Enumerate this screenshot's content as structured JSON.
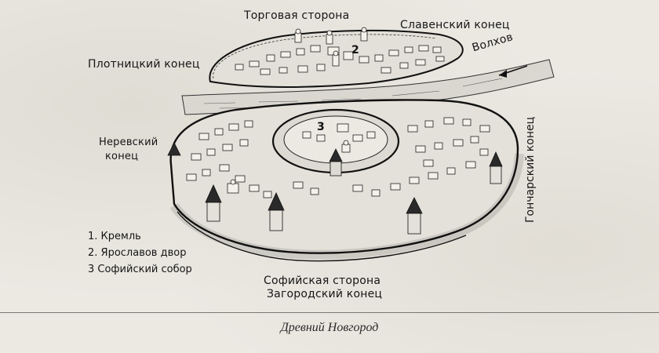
{
  "map": {
    "labels": {
      "torgovaya": "Торговая сторона",
      "slavensky": "Славенский конец",
      "plotnitsky": "Плотницкий конец",
      "volkhov": "Волхов",
      "nerevsky_line1": "Неревский",
      "nerevsky_line2": "конец",
      "goncharsky": "Гончарский конец",
      "sofiyskaya": "Софийская сторона",
      "zagorodsky": "Загородский конец"
    },
    "markers": {
      "m2": "2",
      "m3": "3"
    },
    "legend": [
      {
        "text": "1. Кремль"
      },
      {
        "text": "2. Ярославов двор"
      },
      {
        "text": "3 Софийский собор"
      }
    ]
  },
  "caption": "Древний Новгород"
}
